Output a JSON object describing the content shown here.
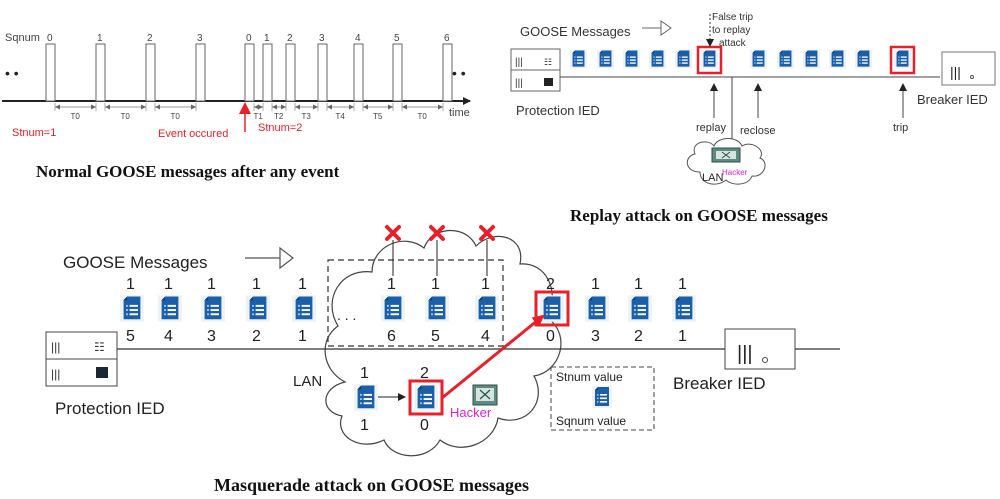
{
  "colors": {
    "red": "#e8202a",
    "doc_blue": "#1a5fa8",
    "magenta": "#e020d0",
    "line": "#333333",
    "hacker_green": "#5e8a80"
  },
  "timing_diagram": {
    "caption": "Normal GOOSE messages after any event",
    "sqnum_label": "Sqnum",
    "time_label": "time",
    "stnum1_label": "Stnum=1",
    "stnum2_label": "Stnum=2",
    "event_label": "Event occured",
    "ellipsis": "• •",
    "pulses_before": [
      "0",
      "1",
      "2",
      "3"
    ],
    "pulses_after": [
      "0",
      "1",
      "2",
      "3",
      "4",
      "5",
      "6"
    ],
    "intervals_before": [
      "T0",
      "T0",
      "T0"
    ],
    "intervals_after": [
      "T1",
      "T2",
      "T3",
      "T4",
      "T5",
      "T0"
    ]
  },
  "replay_diagram": {
    "caption": "Replay attack on GOOSE messages",
    "goose_label": "GOOSE Messages",
    "protection_ied": "Protection IED",
    "breaker_ied": "Breaker IED",
    "false_trip_lines": [
      "False trip",
      "to replay",
      "attack"
    ],
    "replay_label": "replay",
    "reclose_label": "reclose",
    "trip_label": "trip",
    "lan_label": "LAN",
    "hacker_label": "Hacker",
    "message_count": 12
  },
  "masquerade_diagram": {
    "caption": "Masquerade attack on GOOSE messages",
    "goose_label": "GOOSE Messages",
    "protection_ied": "Protection IED",
    "breaker_ied": "Breaker IED",
    "lan_label": "LAN",
    "hacker_label": "Hacker",
    "legend_stnum": "Stnum value",
    "legend_sqnum": "Sqnum value",
    "ellipsis": ". . .",
    "left_messages": [
      {
        "stnum": "1",
        "sqnum": "5"
      },
      {
        "stnum": "1",
        "sqnum": "4"
      },
      {
        "stnum": "1",
        "sqnum": "3"
      },
      {
        "stnum": "1",
        "sqnum": "2"
      },
      {
        "stnum": "1",
        "sqnum": "1"
      }
    ],
    "blocked_messages": [
      {
        "stnum": "1",
        "sqnum": "6"
      },
      {
        "stnum": "1",
        "sqnum": "5"
      },
      {
        "stnum": "1",
        "sqnum": "4"
      }
    ],
    "right_messages": [
      {
        "stnum": "2",
        "sqnum": "0",
        "injected": true
      },
      {
        "stnum": "1",
        "sqnum": "3"
      },
      {
        "stnum": "1",
        "sqnum": "2"
      },
      {
        "stnum": "1",
        "sqnum": "1"
      }
    ],
    "hacker_messages": [
      {
        "stnum": "1",
        "sqnum": "1"
      },
      {
        "stnum": "2",
        "sqnum": "0",
        "injected": true
      }
    ]
  }
}
